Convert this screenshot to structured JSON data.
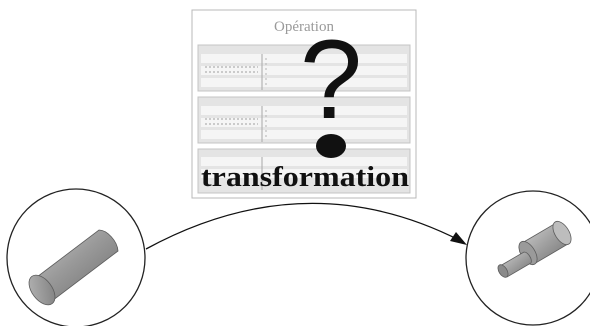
{
  "operation_sheet": {
    "title": "Opération",
    "overlay_symbol": "?",
    "overlay_word": "transformation",
    "title_color": "#9a9a9a",
    "frame_color": "#b8b8b8",
    "fill_color": "#e6e6e6"
  },
  "figures": {
    "initial_part": "plain cylinder (raw stock)",
    "final_part": "stepped cylinder (turned shaft)",
    "arrow_direction": "left-to-right"
  }
}
